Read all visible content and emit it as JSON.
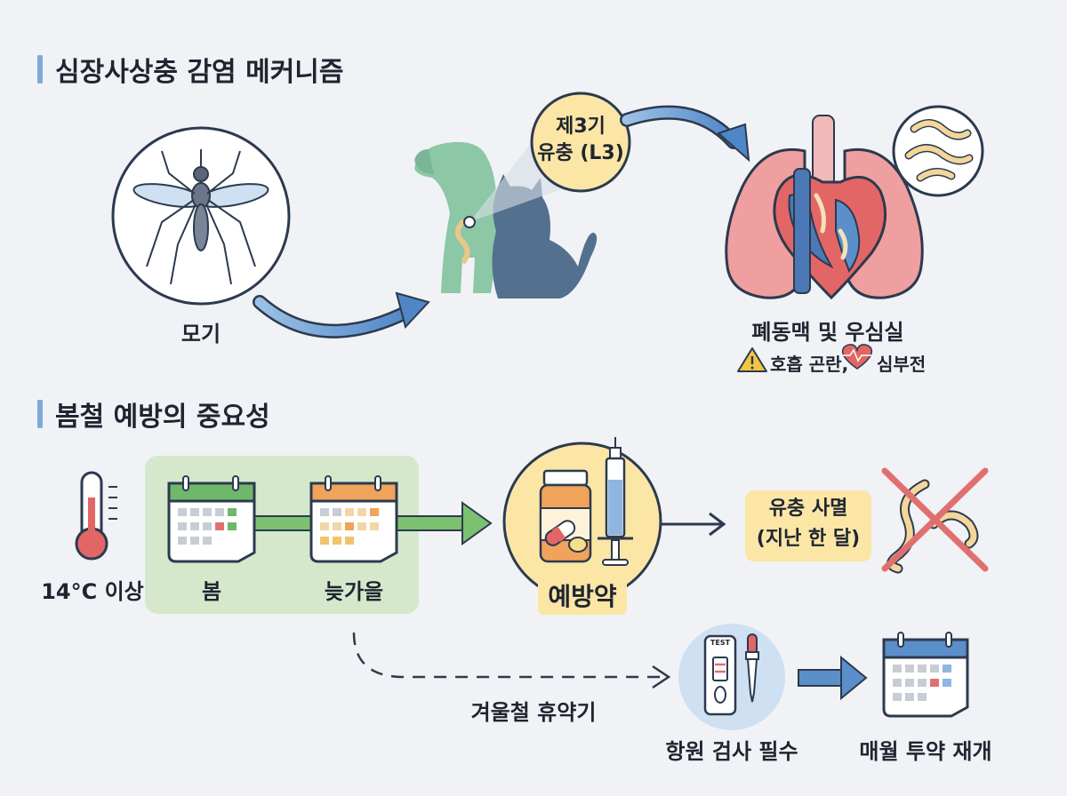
{
  "section1": {
    "title": "심장사상충 감염 메커니즘",
    "mosquito_label": "모기",
    "larva_bubble_line1": "제3기",
    "larva_bubble_line2": "유충 (L3)",
    "heart_label": "폐동맥 및 우심실",
    "symptom_respiratory": "호흡 곤란,",
    "symptom_heart": "심부전"
  },
  "section2": {
    "title": "봄철 예방의 중요성",
    "temperature_label": "14°C 이상",
    "spring_label": "봄",
    "autumn_label": "늦가을",
    "medicine_label": "예방약",
    "kill_line1": "유충 사멸",
    "kill_line2": "(지난 한 달)",
    "winter_break_label": "겨울철 휴약기",
    "test_kit_text": "TEST",
    "antigen_test_label": "항원 검사 필수",
    "resume_label": "매월 투약 재개"
  },
  "icons": {
    "mosquito": "mosquito-icon",
    "dog_cat": "dog-cat-silhouette-icon",
    "heart_lungs": "heart-lungs-icon",
    "worms": "worms-icon",
    "warning": "warning-icon",
    "heart_pulse": "heart-pulse-icon",
    "thermometer": "thermometer-icon",
    "calendar": "calendar-icon",
    "pill_bottle": "pill-bottle-icon",
    "syringe": "syringe-icon",
    "test_kit": "test-kit-icon",
    "dropper": "dropper-icon"
  },
  "colors": {
    "accent_blue": "#5b8fc9",
    "green_panel": "#d5e8cc",
    "yellow_circle": "#fbe6a6",
    "red_cross": "#e07070"
  }
}
